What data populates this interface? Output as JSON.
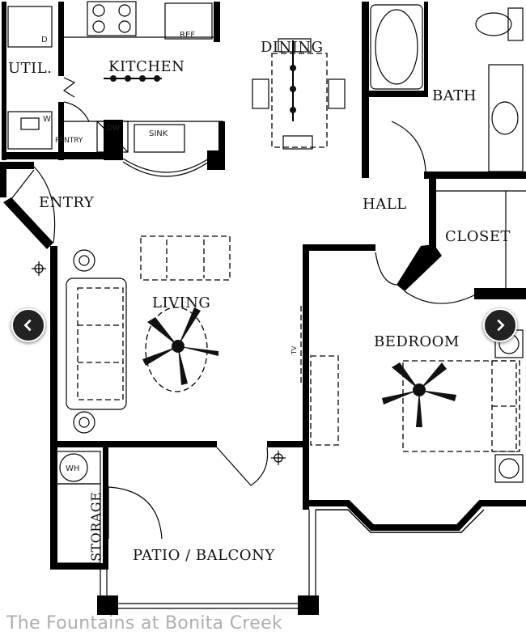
{
  "rooms": {
    "util": "UTIL.",
    "kitchen": "KITCHEN",
    "dining": "DINING",
    "bath": "BATH",
    "entry": "ENTRY",
    "hall": "HALL",
    "closet": "CLOSET",
    "living": "LIVING",
    "bedroom": "BEDROOM",
    "patio": "PATIO / BALCONY",
    "storage": "STORAGE"
  },
  "fixtures": {
    "dryer": "D",
    "washer": "W",
    "fridge": "REF",
    "pantry": "PANTRY",
    "dishwasher": "DW",
    "sink": "SINK",
    "tv": "TV",
    "water_heater": "WH"
  },
  "watermark": "The Fountains at Bonita Creek",
  "navigation": {
    "prev_icon": "chevron-left-icon",
    "next_icon": "chevron-right-icon"
  }
}
